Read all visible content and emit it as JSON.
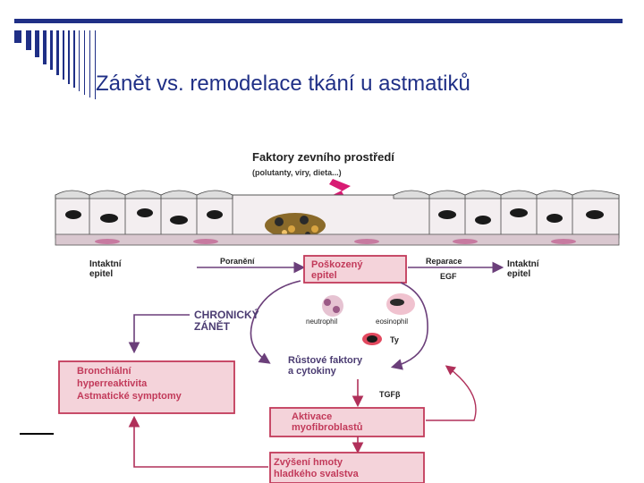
{
  "slide": {
    "title": "Zánět vs. remodelace tkání u astmatiků"
  },
  "diagram": {
    "environment_title": "Faktory zevního prostředí",
    "environment_sub": "(polutanty, viry, dieta...)",
    "intact_left": [
      "Intaktní",
      "epitel"
    ],
    "injury": "Poranění",
    "damaged": [
      "Poškozený",
      "epitel"
    ],
    "repair": "Reparace",
    "egf": "EGF",
    "intact_right": [
      "Intaktní",
      "epitel"
    ],
    "chronic": [
      "CHRONICKÝ",
      "ZÁNĚT"
    ],
    "neutrophil": "neutrophil",
    "eosinophil": "eosinophil",
    "th": "Ty",
    "growth": [
      "Růstové faktory",
      "a cytokiny"
    ],
    "tgf": "TGFβ",
    "symptoms": [
      "Bronchiální",
      "hyperreaktivita",
      "Astmatické symptomy"
    ],
    "activation": [
      "Aktivace",
      "myofibroblastů"
    ],
    "increase": [
      "Zvýšení hmoty",
      "hladkého svalstva"
    ]
  },
  "colors": {
    "title": "#1f2f86",
    "diagram_red": "#c23a5a",
    "box_pink": "#f4d3da",
    "arrow_purple": "#6b3f7a"
  }
}
